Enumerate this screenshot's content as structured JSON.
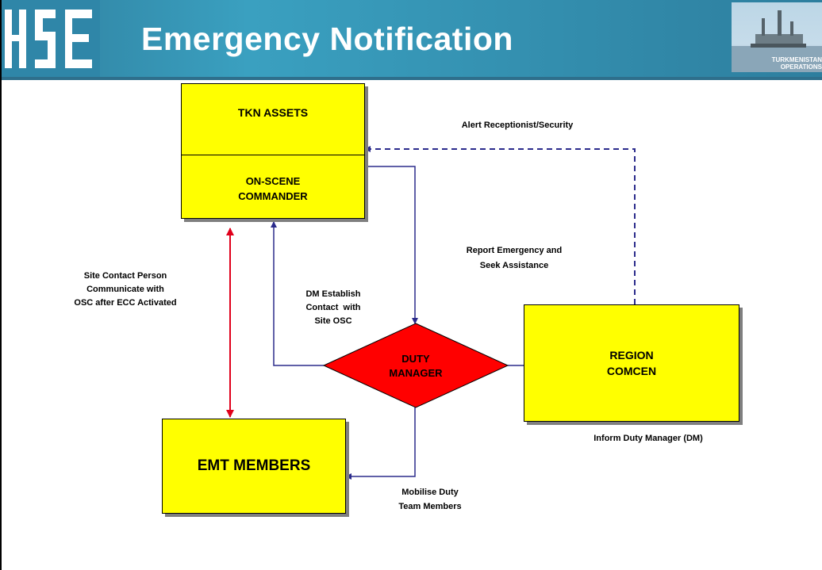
{
  "header": {
    "title": "Emergency Notification",
    "photo_caption": "TURKMENISTAN OPERATIONS"
  },
  "logo": {
    "alt": "HSE"
  },
  "nodes": {
    "tkn_assets": "TKN ASSETS",
    "osc_line1": "ON-SCENE",
    "osc_line2": "COMMANDER",
    "duty_line1": "DUTY",
    "duty_line2": "MANAGER",
    "region_line1": "REGION",
    "region_line2": "COMCEN",
    "emt": "EMT MEMBERS"
  },
  "labels": {
    "alert": "Alert Receptionist/Security",
    "report_line1": "Report Emergency and",
    "report_line2": "Seek Assistance",
    "site_line1": "Site Contact Person",
    "site_line2": "Communicate with",
    "site_line3": "OSC after ECC Activated",
    "dm_line1": "DM Establish",
    "dm_line2": "Contact  with",
    "dm_line3": "Site OSC",
    "inform": "Inform Duty Manager (DM)",
    "mobilise_line1": "Mobilise Duty",
    "mobilise_line2": "Team Members"
  },
  "colors": {
    "box_fill": "#ffff00",
    "diamond_fill": "#ff0000",
    "connector": "#2b2b8c",
    "red_arrow": "#e0001b",
    "header": "#3399bb"
  }
}
